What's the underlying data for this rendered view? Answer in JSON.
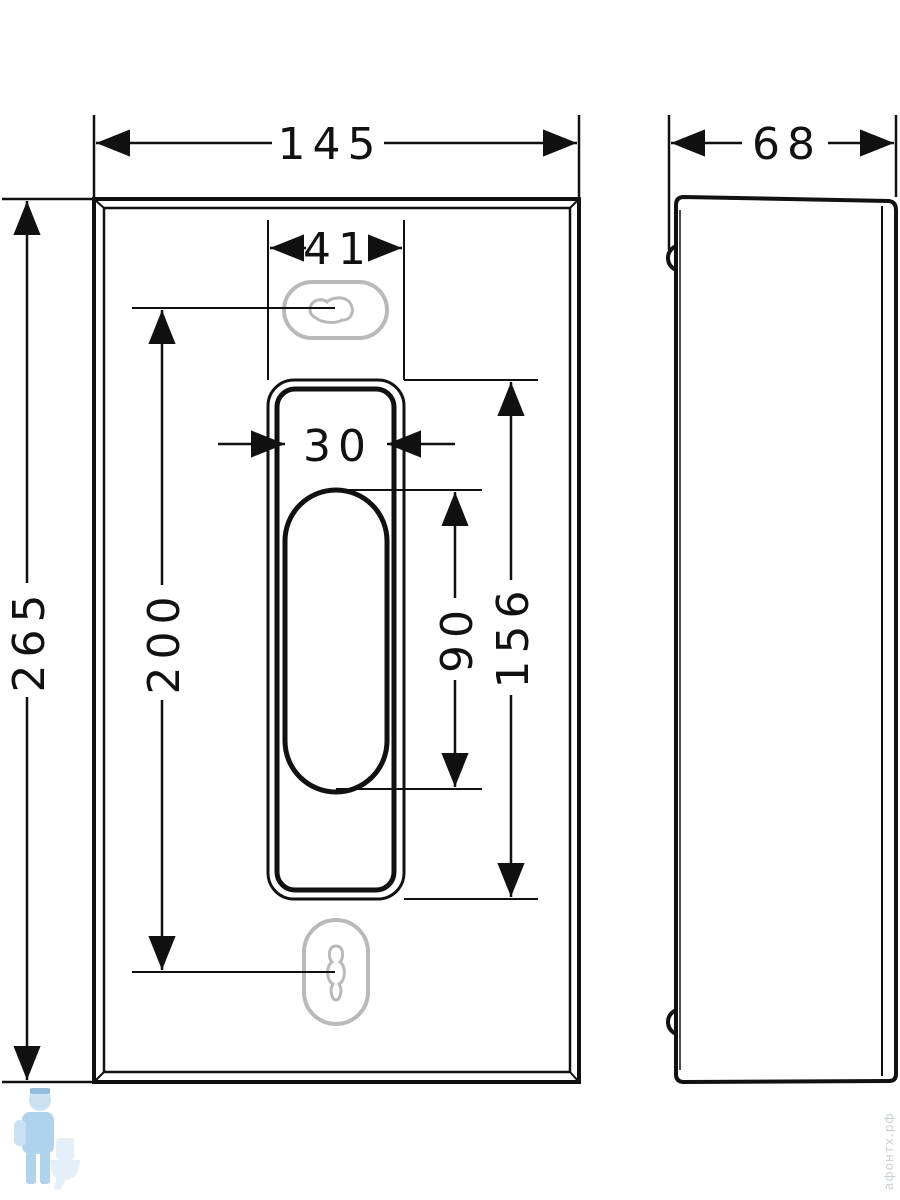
{
  "dimensions": {
    "overall_width": "145",
    "depth": "68",
    "overall_height": "265",
    "mount_spacing": "200",
    "opening_width": "41",
    "slot_width": "30",
    "slot_height": "90",
    "opening_height": "156"
  },
  "watermark": {
    "text": "афонтх.рф",
    "logo_icon": "plumber-logo-icon"
  }
}
